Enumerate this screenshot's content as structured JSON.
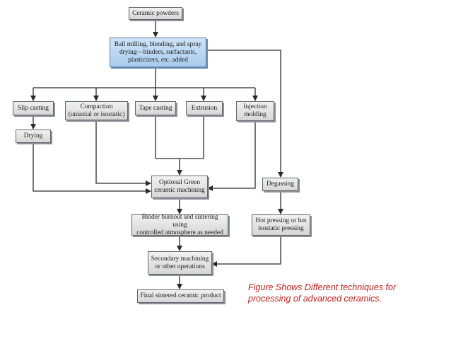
{
  "diagram": {
    "nodes": {
      "ceramic_powders": "Ceramic powders",
      "ball_milling": "Ball milling, blending, and spray\ndrying—binders, surfactants,\nplasticizers, etc. added",
      "slip_casting": "Slip casting",
      "compaction": "Compaction\n(uniaxial or isostatic)",
      "tape_casting": "Tape casting",
      "extrusion": "Extrusion",
      "injection_molding": "Injection\nmolding",
      "drying": "Drying",
      "green_machining": "Optional Green\nceramic machining",
      "degassing": "Degassing",
      "binder_burnout": "Binder burnout and sintering using\ncontrolled atmosphere as needed",
      "hot_pressing": "Hot pressing or hot\nisostatic pressing",
      "secondary_machining": "Secondary machining\nor other operations",
      "final_product": "Final sintered ceramic product"
    },
    "caption": "Figure Shows Different techniques for processing of advanced ceramics.",
    "colors": {
      "box_fill": "#d6d6d6",
      "highlight_fill": "#a9cdee",
      "line": "#2b2b2b",
      "caption": "#c0201d"
    }
  }
}
